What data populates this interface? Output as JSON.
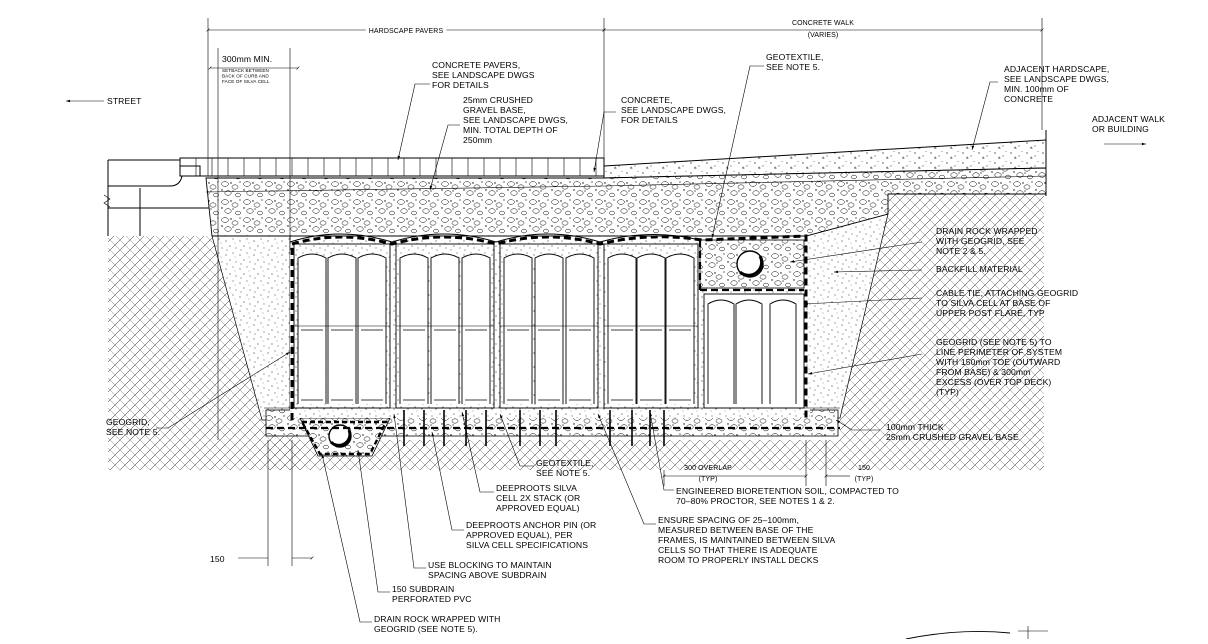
{
  "dimensions": {
    "hardscape_pavers": "HARDSCAPE PAVERS",
    "concrete_walk": "CONCRETE WALK",
    "concrete_walk_varies": "(VARIES)",
    "setback_min": "300mm MIN.",
    "setback_note": [
      "SETBACK BETWEEN",
      "BACK OF CURB AND",
      "FACE OF SILVA CELL"
    ],
    "overlap_300": "300 OVERLAP",
    "overlap_typ": "(TYP)",
    "toe_150": "150",
    "toe_typ": "(TYP)",
    "offset_150": "150"
  },
  "direction_labels": {
    "street": "STREET",
    "adjacent_walk": [
      "ADJACENT WALK",
      "OR BUILDING"
    ]
  },
  "callouts": {
    "concrete_pavers": [
      "CONCRETE PAVERS,",
      "SEE LANDSCAPE DWGS",
      "FOR DETAILS"
    ],
    "crushed_gravel": [
      "25mm CRUSHED",
      "GRAVEL BASE,",
      "SEE LANDSCAPE DWGS,",
      "MIN. TOTAL DEPTH OF",
      "250mm"
    ],
    "concrete": [
      "CONCRETE,",
      "SEE LANDSCAPE DWGS,",
      "FOR DETAILS"
    ],
    "geotextile_top": [
      "GEOTEXTILE,",
      "SEE NOTE 5."
    ],
    "adjacent_hardscape": [
      "ADJACENT HARDSCAPE,",
      "SEE LANDSCAPE DWGS,",
      "MIN. 100mm OF",
      "CONCRETE"
    ],
    "drain_rock_upper": [
      "DRAIN ROCK WRAPPED",
      "WITH GEOGRID, SEE",
      "NOTE 2 & 5."
    ],
    "backfill": [
      "BACKFILL MATERIAL"
    ],
    "cable_tie": [
      "CABLE TIE, ATTACHING GEOGRID",
      "TO SILVA CELL AT BASE OF",
      "UPPER POST FLARE, TYP"
    ],
    "geogrid_perimeter": [
      "GEOGRID (SEE NOTE 5) TO",
      "LINE PERIMETER OF SYSTEM",
      "WITH 150mm TOE (OUTWARD",
      "FROM BASE) & 300mm",
      "EXCESS (OVER TOP DECK)",
      "(TYP)"
    ],
    "gravel_base_100": [
      "100mm THICK",
      "25mm CRUSHED GRAVEL BASE"
    ],
    "geogrid_left": [
      "GEOGRID,",
      "SEE NOTE 5."
    ],
    "geotextile_bottom": [
      "GEOTEXTILE,",
      "SEE NOTE 5."
    ],
    "silva_cell": [
      "DEEPROOTS SILVA",
      "CELL 2X STACK (OR",
      "APPROVED EQUAL)"
    ],
    "anchor_pin": [
      "DEEPROOTS ANCHOR PIN (OR",
      "APPROVED EQUAL), PER",
      "SILVA CELL SPECIFICATIONS"
    ],
    "bioretention_soil": [
      "ENGINEERED BIORETENTION SOIL, COMPACTED TO",
      "70–80% PROCTOR, SEE NOTES 1 & 2."
    ],
    "spacing": [
      "ENSURE SPACING OF 25–100mm,",
      "MEASURED BETWEEN BASE OF THE",
      "FRAMES, IS MAINTAINED BETWEEN SILVA",
      "CELLS SO THAT THERE IS ADEQUATE",
      "ROOM TO PROPERLY INSTALL DECKS"
    ],
    "blocking": [
      "USE BLOCKING TO MAINTAIN",
      "SPACING ABOVE SUBDRAIN"
    ],
    "subdrain": [
      "150 SUBDRAIN",
      "PERFORATED PVC"
    ],
    "drain_rock_lower": [
      "DRAIN ROCK WRAPPED WITH",
      "GEOGRID (SEE NOTE 5)."
    ]
  },
  "colors": {
    "line": "#000000",
    "background": "#ffffff"
  }
}
